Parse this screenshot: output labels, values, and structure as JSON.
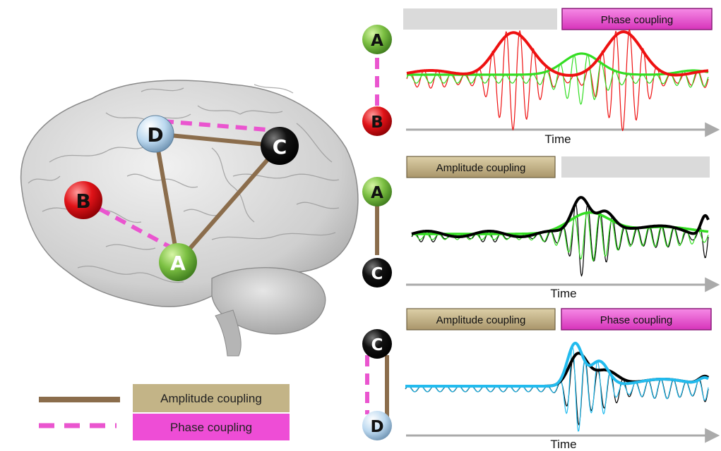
{
  "nodes": {
    "A": {
      "label": "A",
      "color": "#6db33f"
    },
    "B": {
      "label": "B",
      "color": "#e0141c"
    },
    "C": {
      "label": "C",
      "color": "#111111"
    },
    "D": {
      "label": "D",
      "color": "#b7d6ee"
    }
  },
  "colors": {
    "amplitude": "#8b6d4c",
    "phase": "#ea55cf",
    "amplitude_box": "#c3b487",
    "phase_box": "#ee4dd6",
    "inactive_box": "#dadada",
    "axis": "#aaaaaa",
    "sig_A": "#33dd22",
    "sig_B": "#ee1111",
    "sig_C": "#000000",
    "sig_D": "#22bbee"
  },
  "panels": [
    {
      "top": "A",
      "bottom": "B",
      "link": "phase",
      "boxes": {
        "left": "",
        "right": "Phase coupling"
      },
      "time_label": "Time"
    },
    {
      "top": "A",
      "bottom": "C",
      "link": "amplitude",
      "boxes": {
        "left": "Amplitude coupling",
        "right": ""
      },
      "time_label": "Time"
    },
    {
      "top": "C",
      "bottom": "D",
      "link": "both",
      "boxes": {
        "left": "Amplitude coupling",
        "right": "Phase coupling"
      },
      "time_label": "Time"
    }
  ],
  "legend": {
    "amplitude_label": "Amplitude coupling",
    "phase_label": "Phase coupling"
  }
}
